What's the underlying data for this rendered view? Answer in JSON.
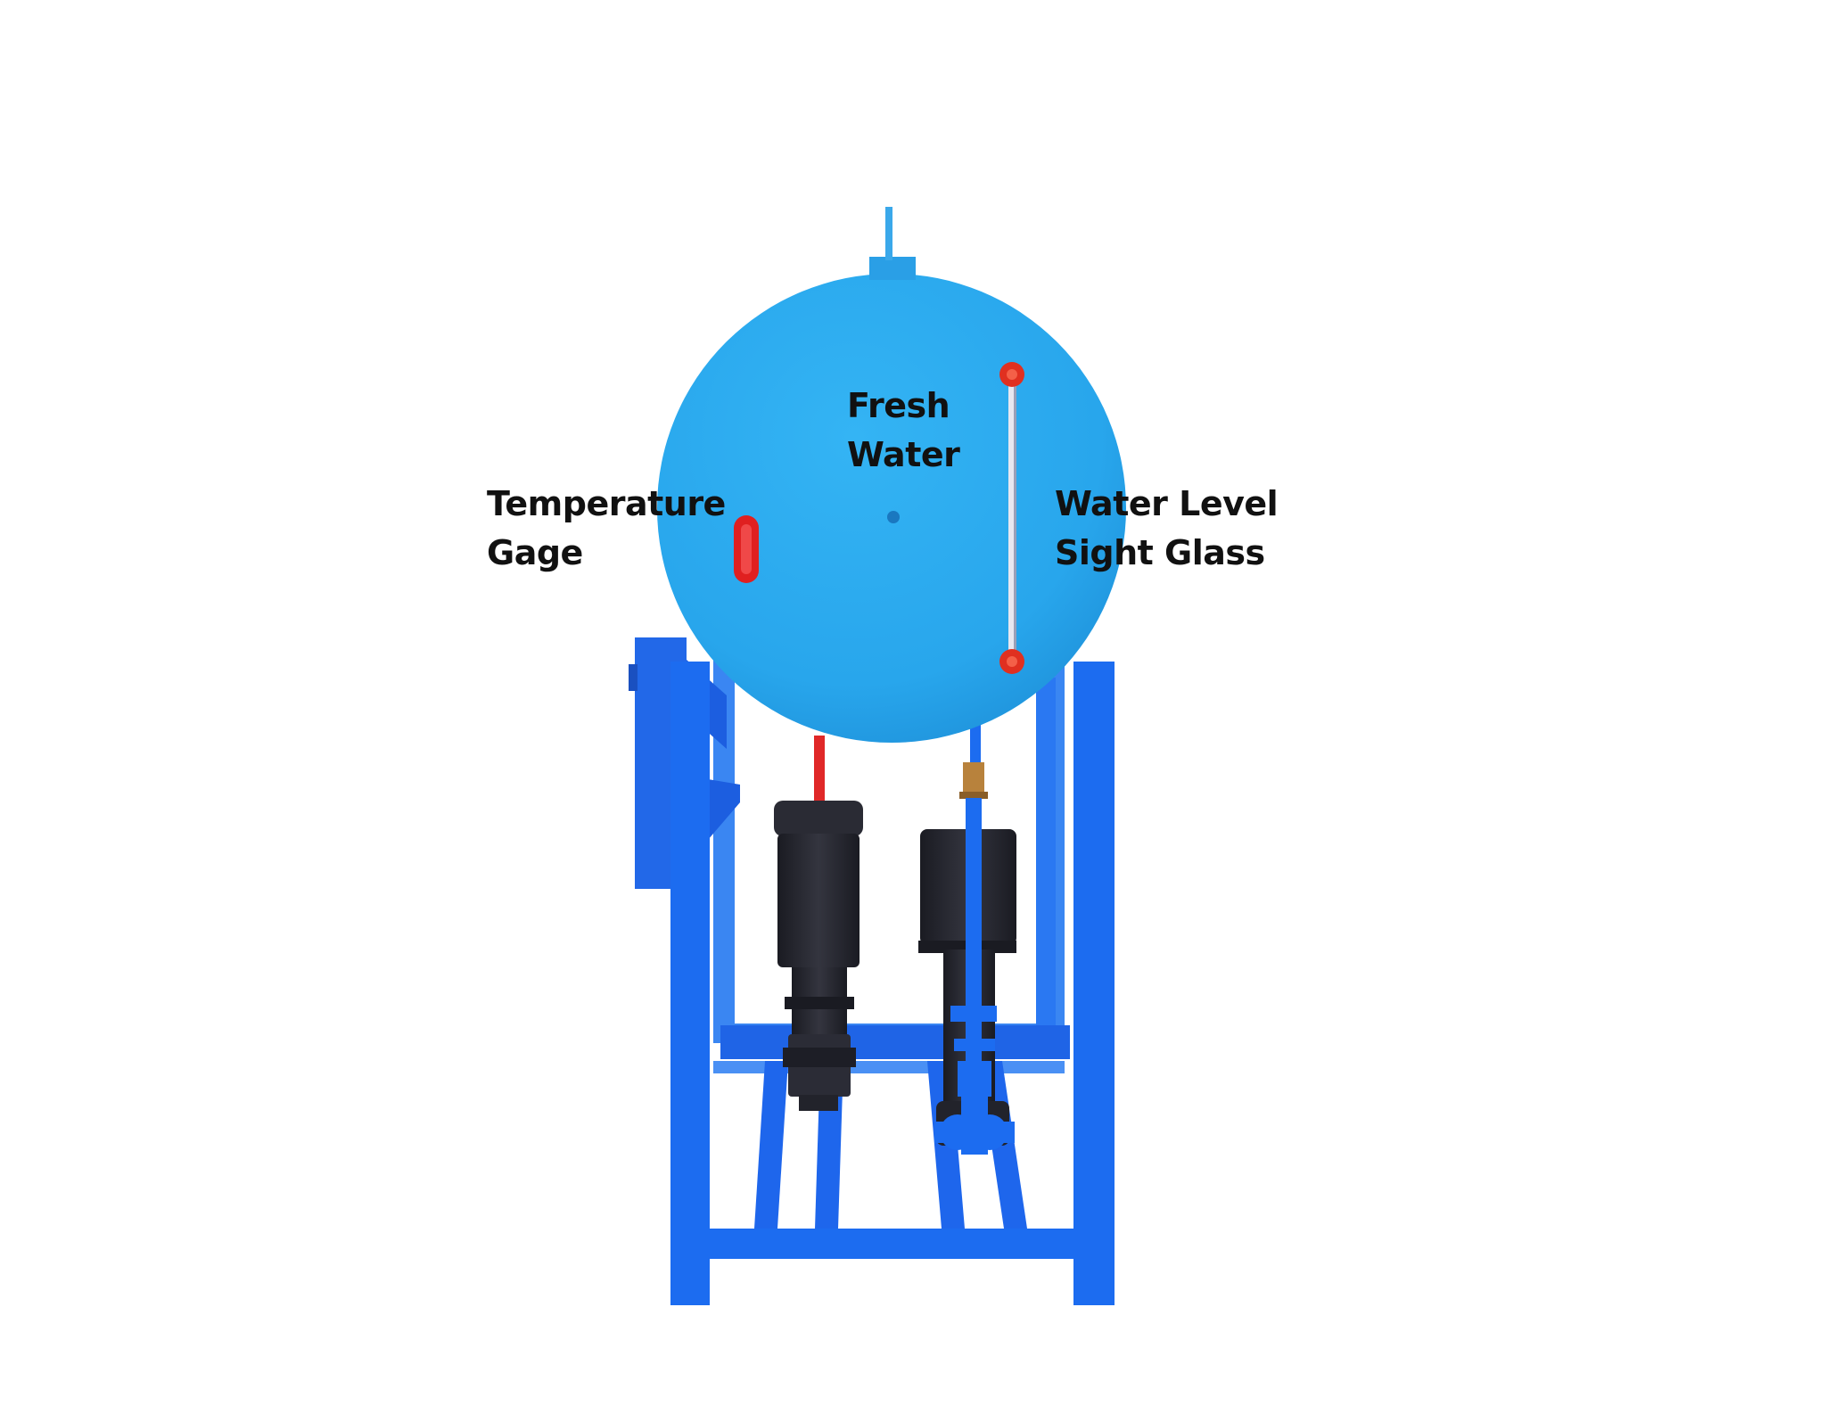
{
  "labels": {
    "fresh_water": [
      "Fresh",
      "Water"
    ],
    "temperature_gage": [
      "Temperature",
      "Gage"
    ],
    "water_level_sight_glass": [
      "Water Level",
      "Sight Glass"
    ]
  },
  "colors": {
    "tank_blue": "#2aa8ee",
    "frame_blue": "#1c6cf0",
    "pump_black": "#22232b",
    "gauge_red": "#e02020",
    "coupling_bronze": "#b8823c",
    "text": "#111111"
  },
  "icons": {
    "tank": "spherical-tank",
    "pump": "vertical-pump",
    "gauge": "temperature-gauge",
    "sight_glass": "sight-glass"
  }
}
